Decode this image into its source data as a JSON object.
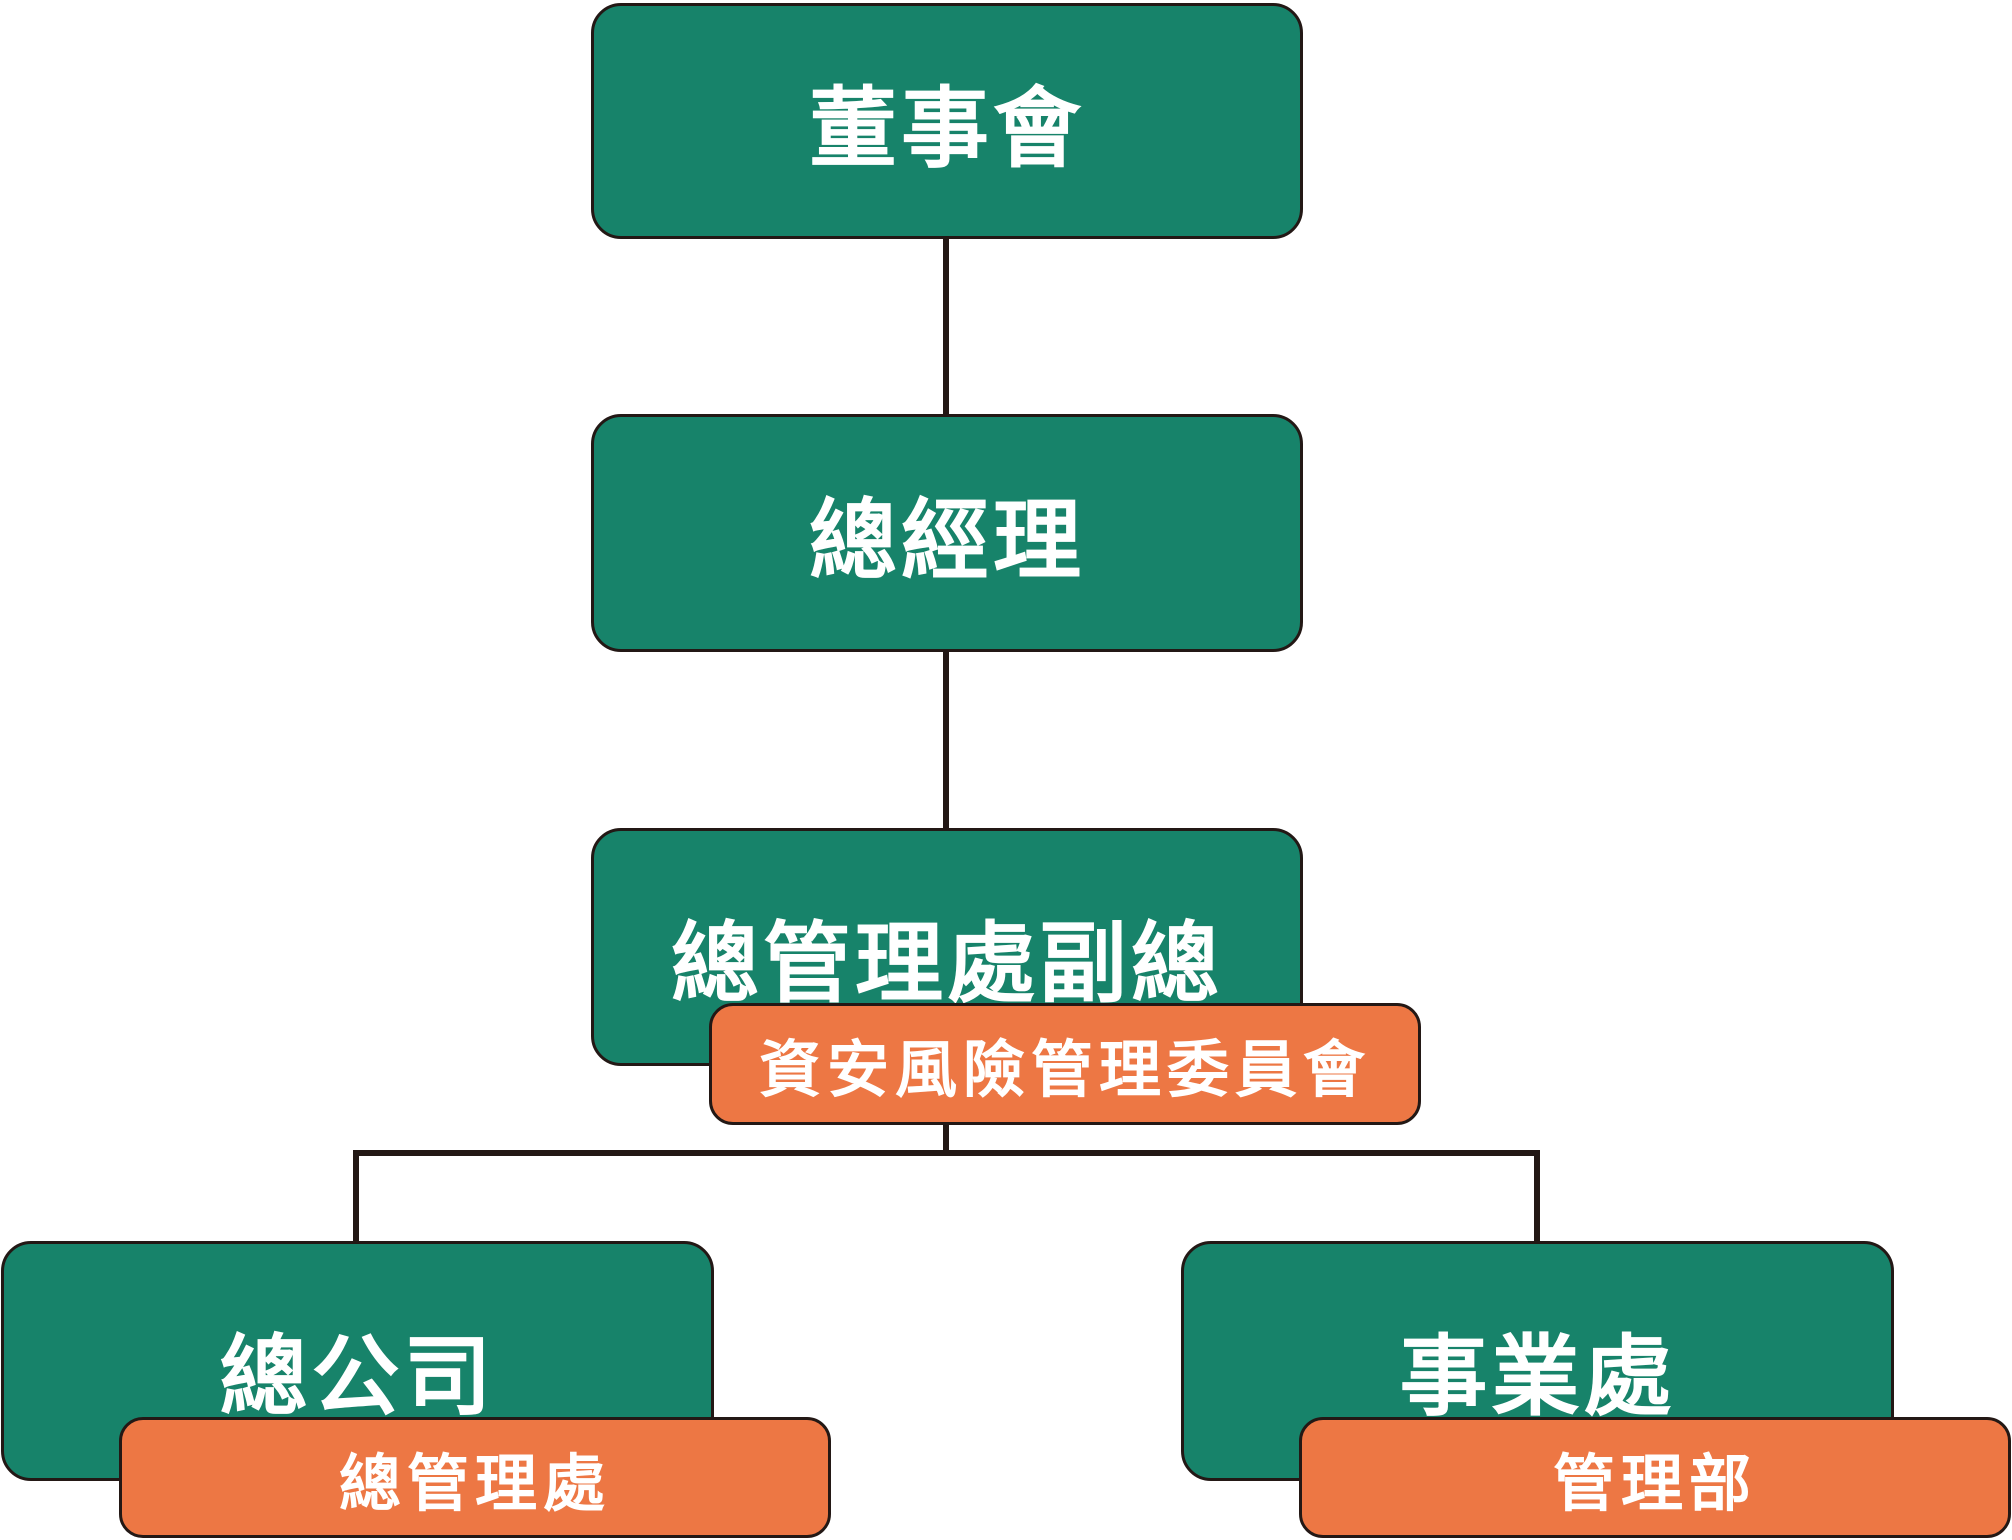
{
  "colors": {
    "unit_fill": "#17836a",
    "committee_fill": "#ed7744",
    "text": "#ffffff",
    "line": "#231815"
  },
  "org_chart": {
    "board": "董事會",
    "general_manager": "總經理",
    "vp_general_admin": "總管理處副總",
    "security_committee": "資安風險管理委員會",
    "head_office": {
      "unit": "總公司",
      "department": "總管理處"
    },
    "business_division": {
      "unit": "事業處",
      "department": "管理部"
    }
  }
}
